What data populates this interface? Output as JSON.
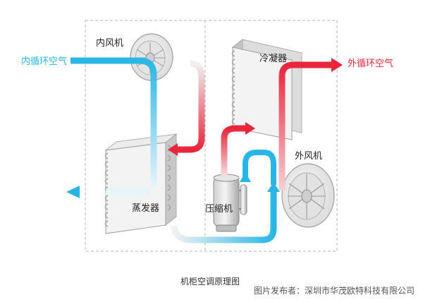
{
  "labels": {
    "inner_fan": "内风机",
    "condenser": "冷凝器",
    "outer_fan": "外风机",
    "evaporator": "蒸发器",
    "compressor": "压缩机",
    "inner_air": "内循环空气",
    "outer_air": "外循环空气"
  },
  "caption": "机柜空调原理图",
  "credit": "图片发布者：深圳市华茂欧特科技有限公司",
  "colors": {
    "inner_air": "#29b6e6",
    "outer_air": "#e8253c",
    "hot_refrigerant": "#e8253c",
    "cold_refrigerant": "#29b6e6",
    "outer_fan_exhaust": "#f6c27a",
    "dashed_border": "#b5b5b5"
  }
}
